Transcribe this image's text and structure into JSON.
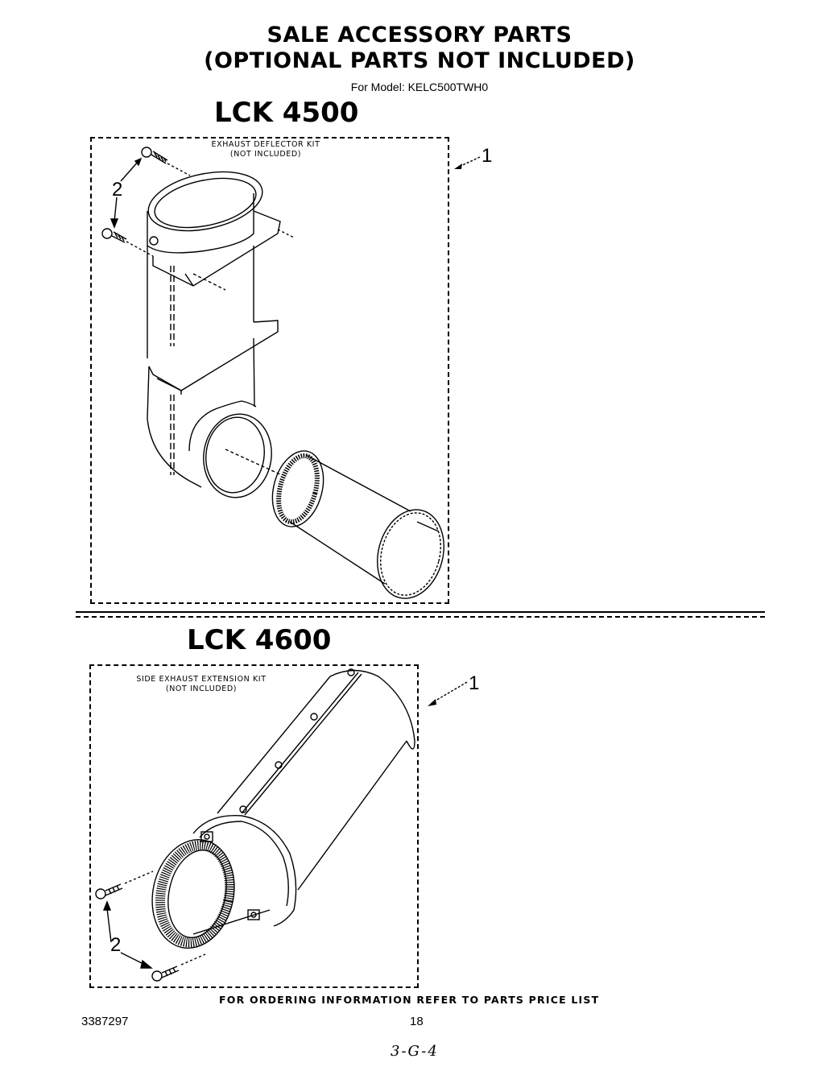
{
  "header": {
    "title_line1": "SALE ACCESSORY PARTS",
    "title_line2": "(OPTIONAL PARTS NOT INCLUDED)",
    "model_line": "For Model: KELC500TWH0"
  },
  "kits": [
    {
      "heading": "LCK 4500",
      "label_line1": "EXHAUST DEFLECTOR KIT",
      "label_line2": "(NOT INCLUDED)",
      "callouts": [
        {
          "number": "1",
          "part": "exhaust-deflector-assembly"
        },
        {
          "number": "2",
          "part": "screw"
        }
      ]
    },
    {
      "heading": "LCK 4600",
      "label_line1": "SIDE EXHAUST EXTENSION KIT",
      "label_line2": "(NOT INCLUDED)",
      "callouts": [
        {
          "number": "1",
          "part": "side-exhaust-extension-duct"
        },
        {
          "number": "2",
          "part": "screw"
        }
      ]
    }
  ],
  "footer": {
    "ordering_note": "FOR ORDERING INFORMATION REFER TO PARTS PRICE LIST",
    "document_number": "3387297",
    "page_number": "18",
    "handwritten_mark": "3-G-4"
  },
  "colors": {
    "ink": "#000000",
    "paper": "#ffffff"
  }
}
